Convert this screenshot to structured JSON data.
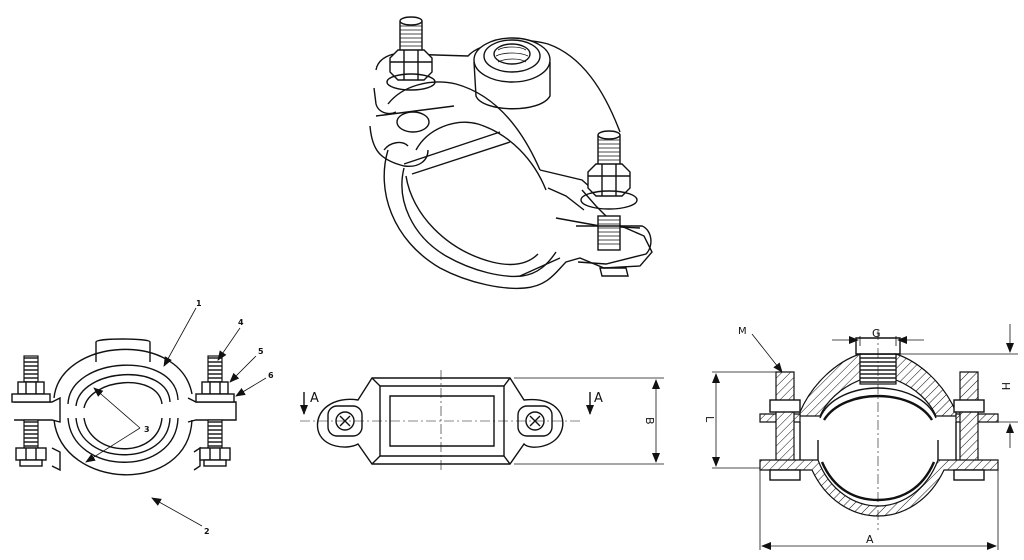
{
  "views": {
    "isometric": "isometric-view",
    "front": "front-view",
    "top": "top-view",
    "section": "section-view"
  },
  "callouts": {
    "c1": "1",
    "c2": "2",
    "c3": "3",
    "c4": "4",
    "c5": "5",
    "c6": "6"
  },
  "section_marks": {
    "left": "A",
    "right": "A"
  },
  "dimensions": {
    "width": "A",
    "depth": "B",
    "thread": "G",
    "height": "H",
    "length": "L",
    "bolt": "M"
  }
}
